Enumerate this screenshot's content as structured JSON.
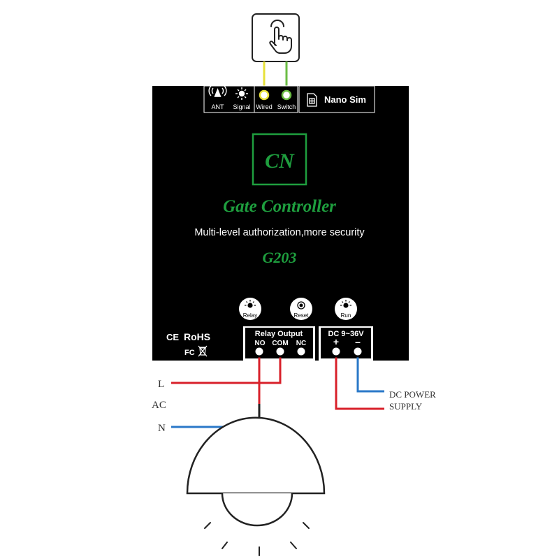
{
  "device": {
    "top_bar": {
      "ant_label": "ANT",
      "signal_label": "Signal",
      "wired_label": "Wired",
      "switch_label": "Switch",
      "sim_label": "Nano Sim"
    },
    "logo_text": "CN",
    "title": "Gate Controller",
    "subtitle": "Multi-level authorization,more security",
    "model": "G203",
    "indicators": [
      {
        "label": "Relay",
        "icon": "sun-led-icon"
      },
      {
        "label": "Reset",
        "icon": "reset-button-icon"
      },
      {
        "label": "Run",
        "icon": "sun-led-icon"
      }
    ],
    "certifications": {
      "ce": "CE",
      "rohs": "RoHS",
      "fc": "FC"
    },
    "relay_output": {
      "header": "Relay Output",
      "terminals": [
        "NO",
        "COM",
        "NC"
      ]
    },
    "dc_input": {
      "header": "DC 9~36V",
      "plus": "+",
      "minus": "–"
    }
  },
  "wiring": {
    "ac_l": "L",
    "ac": "AC",
    "ac_n": "N",
    "dc_power_line1": "DC POWER",
    "dc_power_line2": "SUPPLY"
  },
  "colors": {
    "device_body": "#000000",
    "brand_green": "#1e9e3e",
    "live_wire": "#d8202a",
    "neutral_wire": "#2a78c8",
    "wired_wire": "#e7e13a",
    "switch_wire": "#6bbd45"
  },
  "icons": [
    "hand-push-button-icon",
    "antenna-icon",
    "signal-icon",
    "sim-card-icon",
    "lamp-icon",
    "light-ray-icon"
  ]
}
